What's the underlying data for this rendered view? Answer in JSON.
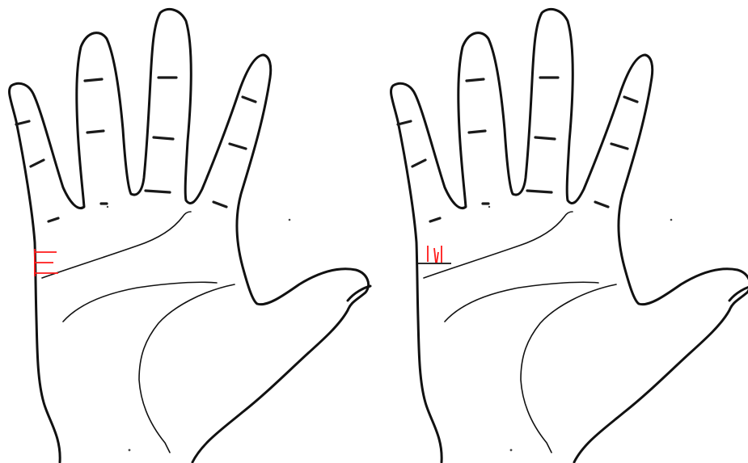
{
  "colors": {
    "background": "#ffffff",
    "outline": "#111111",
    "marking": "#ff1a1a"
  },
  "panels": [
    {
      "variant": "horizontal-marks",
      "mark_count": 3
    },
    {
      "variant": "vertical-marks",
      "mark_count": 3
    }
  ]
}
